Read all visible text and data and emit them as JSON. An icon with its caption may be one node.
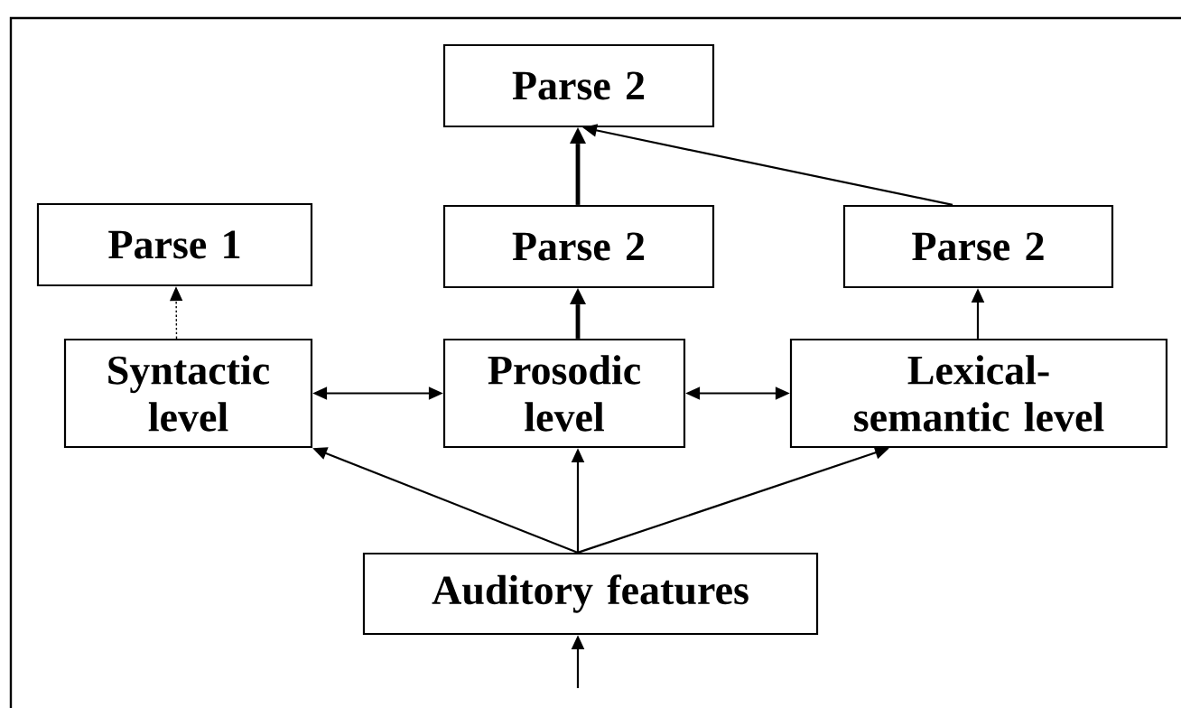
{
  "diagram": {
    "nodes": [
      {
        "text": [
          "Parse 2"
        ]
      },
      {
        "text": [
          "Parse 1"
        ]
      },
      {
        "text": [
          "Parse 2"
        ]
      },
      {
        "text": [
          "Parse 2"
        ]
      },
      {
        "text": [
          "Syntactic level"
        ]
      },
      {
        "text": [
          "Prosodic level"
        ]
      },
      {
        "text": [
          "Lexical-semantic level"
        ]
      },
      {
        "text": [
          "Auditory features"
        ]
      }
    ],
    "edges": [
      {
        "from": 4,
        "to": 1,
        "arrow": "to",
        "style": "dashed"
      },
      {
        "from": 5,
        "to": 2,
        "arrow": "to",
        "style": "thick"
      },
      {
        "from": 2,
        "to": 0,
        "arrow": "to",
        "style": "thick"
      },
      {
        "from": 3,
        "to": 0,
        "arrow": "to"
      },
      {
        "from": 6,
        "to": 3,
        "arrow": "to"
      },
      {
        "from": 4,
        "to": 5,
        "arrow": "both"
      },
      {
        "from": 5,
        "to": 6,
        "arrow": "both"
      },
      {
        "from": 7,
        "to": 4,
        "arrow": "to"
      },
      {
        "from": 7,
        "to": 5,
        "arrow": "to"
      },
      {
        "from": 7,
        "to": 6,
        "arrow": "to"
      },
      {
        "from": null,
        "to": 7,
        "arrow": "to"
      }
    ]
  }
}
